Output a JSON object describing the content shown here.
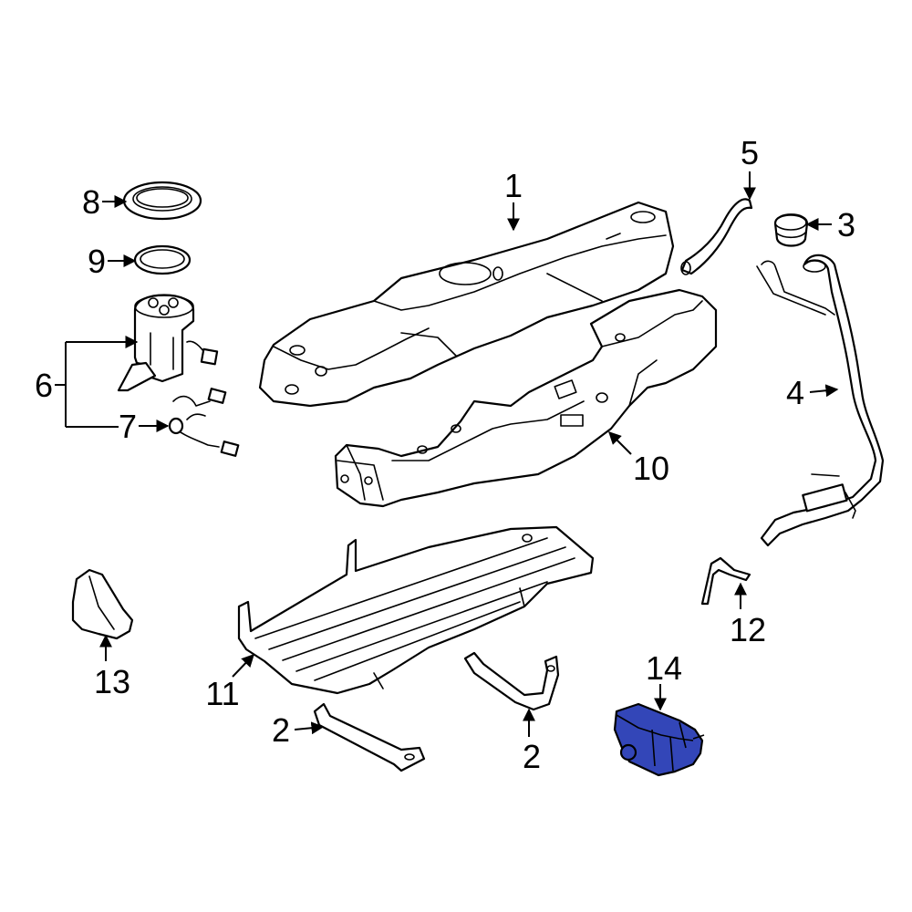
{
  "diagram": {
    "colors": {
      "line": "#000000",
      "background": "#ffffff",
      "highlight": "#3346b8"
    },
    "highlighted_part": "14",
    "callouts": [
      {
        "id": "c1",
        "label": "1",
        "part": "fuel-tank"
      },
      {
        "id": "c2a",
        "label": "2",
        "part": "tank-strap-left"
      },
      {
        "id": "c2b",
        "label": "2",
        "part": "tank-strap-right"
      },
      {
        "id": "c3",
        "label": "3",
        "part": "filler-cap"
      },
      {
        "id": "c4",
        "label": "4",
        "part": "filler-pipe"
      },
      {
        "id": "c5",
        "label": "5",
        "part": "vent-hose"
      },
      {
        "id": "c6",
        "label": "6",
        "part": "fuel-pump-assembly"
      },
      {
        "id": "c7",
        "label": "7",
        "part": "pump-wiring-harness"
      },
      {
        "id": "c8",
        "label": "8",
        "part": "lock-ring"
      },
      {
        "id": "c9",
        "label": "9",
        "part": "pump-seal"
      },
      {
        "id": "c10",
        "label": "10",
        "part": "heat-shield"
      },
      {
        "id": "c11",
        "label": "11",
        "part": "skid-plate"
      },
      {
        "id": "c12",
        "label": "12",
        "part": "pipe-bracket"
      },
      {
        "id": "c13",
        "label": "13",
        "part": "shield-bracket"
      },
      {
        "id": "c14",
        "label": "14",
        "part": "vapor-canister"
      }
    ]
  }
}
